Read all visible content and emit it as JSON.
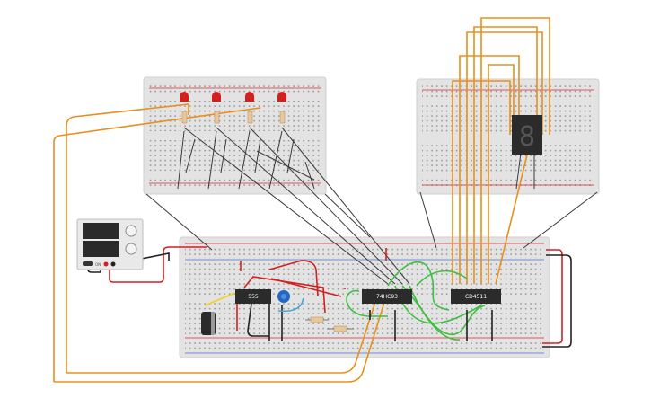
{
  "components": {
    "timer_ic": {
      "label": "555",
      "kind": "ic"
    },
    "counter_ic": {
      "label": "74HC93",
      "kind": "ic"
    },
    "decoder_ic": {
      "label": "CD4511",
      "kind": "ic"
    },
    "display": {
      "digit": "8",
      "kind": "seven-segment"
    },
    "psu": {
      "kind": "power-supply",
      "knobs": 2,
      "power_label": "ON"
    }
  },
  "colors": {
    "board": "#e6e6e6",
    "rail_red": "#d9282f",
    "rail_blue": "#4a6fd6",
    "wire_orange": "#e8901c",
    "wire_green": "#3fbf3f",
    "wire_red": "#d22020",
    "wire_black": "#222222",
    "wire_yellow": "#f2d21a",
    "wire_blue": "#41a7d9",
    "led_red": "#d51f1f",
    "ic_body": "#2b2b2b",
    "pot_blue": "#2268c4",
    "gray_guides": "#3a3a3a"
  },
  "leds": {
    "count": 4,
    "color": "red"
  }
}
